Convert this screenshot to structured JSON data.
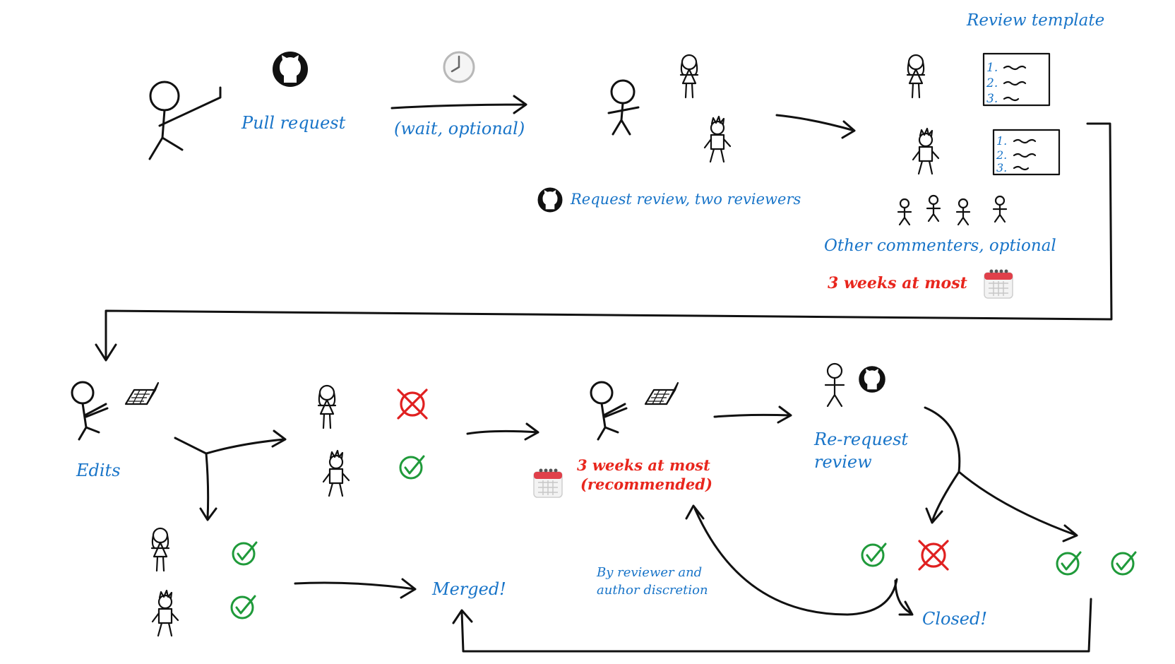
{
  "labels": {
    "pull_request": "Pull request",
    "wait": "(wait, optional)",
    "request_review": "Request review, two reviewers",
    "review_template": "Review template",
    "other_commenters": "Other commenters, optional",
    "three_weeks_top": "3 weeks at most",
    "edits": "Edits",
    "three_weeks_rec_1": "3 weeks at most",
    "three_weeks_rec_2": "(recommended)",
    "re_request_1": "Re-request",
    "re_request_2": "review",
    "merged": "Merged!",
    "discretion_1": "By reviewer and",
    "discretion_2": "author discretion",
    "closed": "Closed!"
  },
  "template_items": [
    "1.",
    "2.",
    "3."
  ],
  "icons": [
    "github-icon",
    "clock-icon",
    "calendar-icon",
    "laptop-icon",
    "checkmark-icon",
    "rejected-icon",
    "stick-figure-icon"
  ],
  "colors": {
    "label_blue": "#1874c8",
    "deadline_red": "#e8261d",
    "approve_green": "#1f9a3a",
    "reject_red": "#e02020"
  }
}
